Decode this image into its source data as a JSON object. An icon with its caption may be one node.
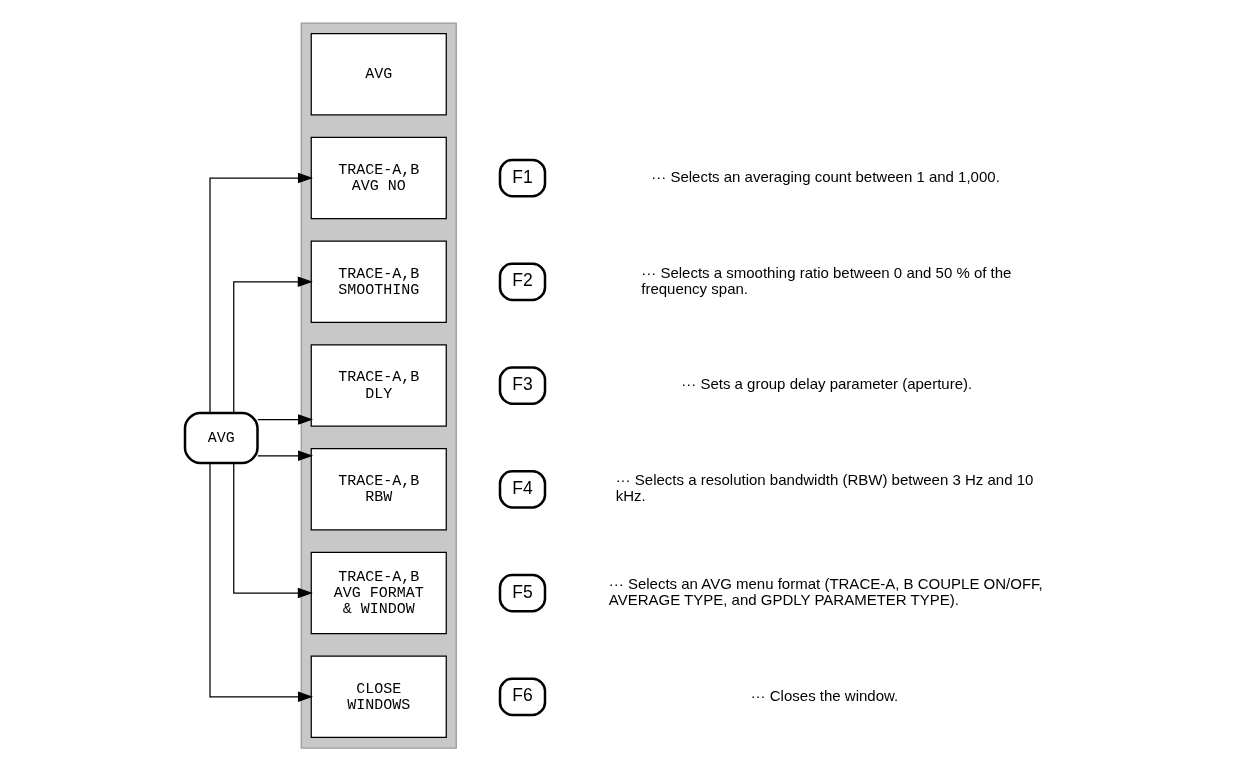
{
  "diagram": {
    "nodes": [
      {
        "text": [
          "AVG"
        ]
      },
      {
        "text": [],
        "shape": "box"
      },
      {
        "text": [
          "AVG"
        ],
        "in": 1
      },
      {
        "text": [
          "TRACE-A,B AVG NO"
        ],
        "in": 1
      },
      {
        "text": [
          "TRACE-A,B SMOOTHING"
        ],
        "in": 1
      },
      {
        "text": [
          "TRACE-A,B DLY"
        ],
        "in": 1
      },
      {
        "text": [
          "TRACE-A,B RBW"
        ],
        "in": 1
      },
      {
        "text": [
          "TRACE-A,B AVG FORMAT & WINDOW"
        ],
        "in": 1
      },
      {
        "text": [
          "CLOSE WINDOWS"
        ],
        "in": 1
      },
      {
        "text": [
          "F1"
        ],
        "beside": [
          "···",
          "Selects an averaging count between 1 and 1,000."
        ]
      },
      {
        "text": [
          "F2"
        ],
        "beside": [
          "···",
          "Selects a smoothing ratio between 0 and 50 % of the frequency span."
        ]
      },
      {
        "text": [
          "F3"
        ],
        "beside": [
          "···",
          "Sets a group delay parameter (aperture)."
        ]
      },
      {
        "text": [
          "F4"
        ],
        "beside": [
          "···",
          "Selects a resolution bandwidth (RBW) between 3 Hz and 10 kHz."
        ]
      },
      {
        "text": [
          "F5"
        ],
        "beside": [
          "···",
          "Selects an AVG menu format (TRACE-A, B COUPLE ON/OFF, AVERAGE TYPE, and GPDLY PARAMETER TYPE)."
        ]
      },
      {
        "text": [
          "F6"
        ],
        "beside": [
          "···",
          "Closes the window."
        ]
      }
    ],
    "edges": [
      {
        "from": 0,
        "to": 3,
        "arrow": "to"
      },
      {
        "from": 0,
        "to": 4,
        "arrow": "to"
      },
      {
        "from": 0,
        "to": 5,
        "arrow": "to"
      },
      {
        "from": 0,
        "to": 6,
        "arrow": "to"
      },
      {
        "from": 0,
        "to": 7,
        "arrow": "to"
      },
      {
        "from": 0,
        "to": 8,
        "arrow": "to"
      }
    ]
  }
}
